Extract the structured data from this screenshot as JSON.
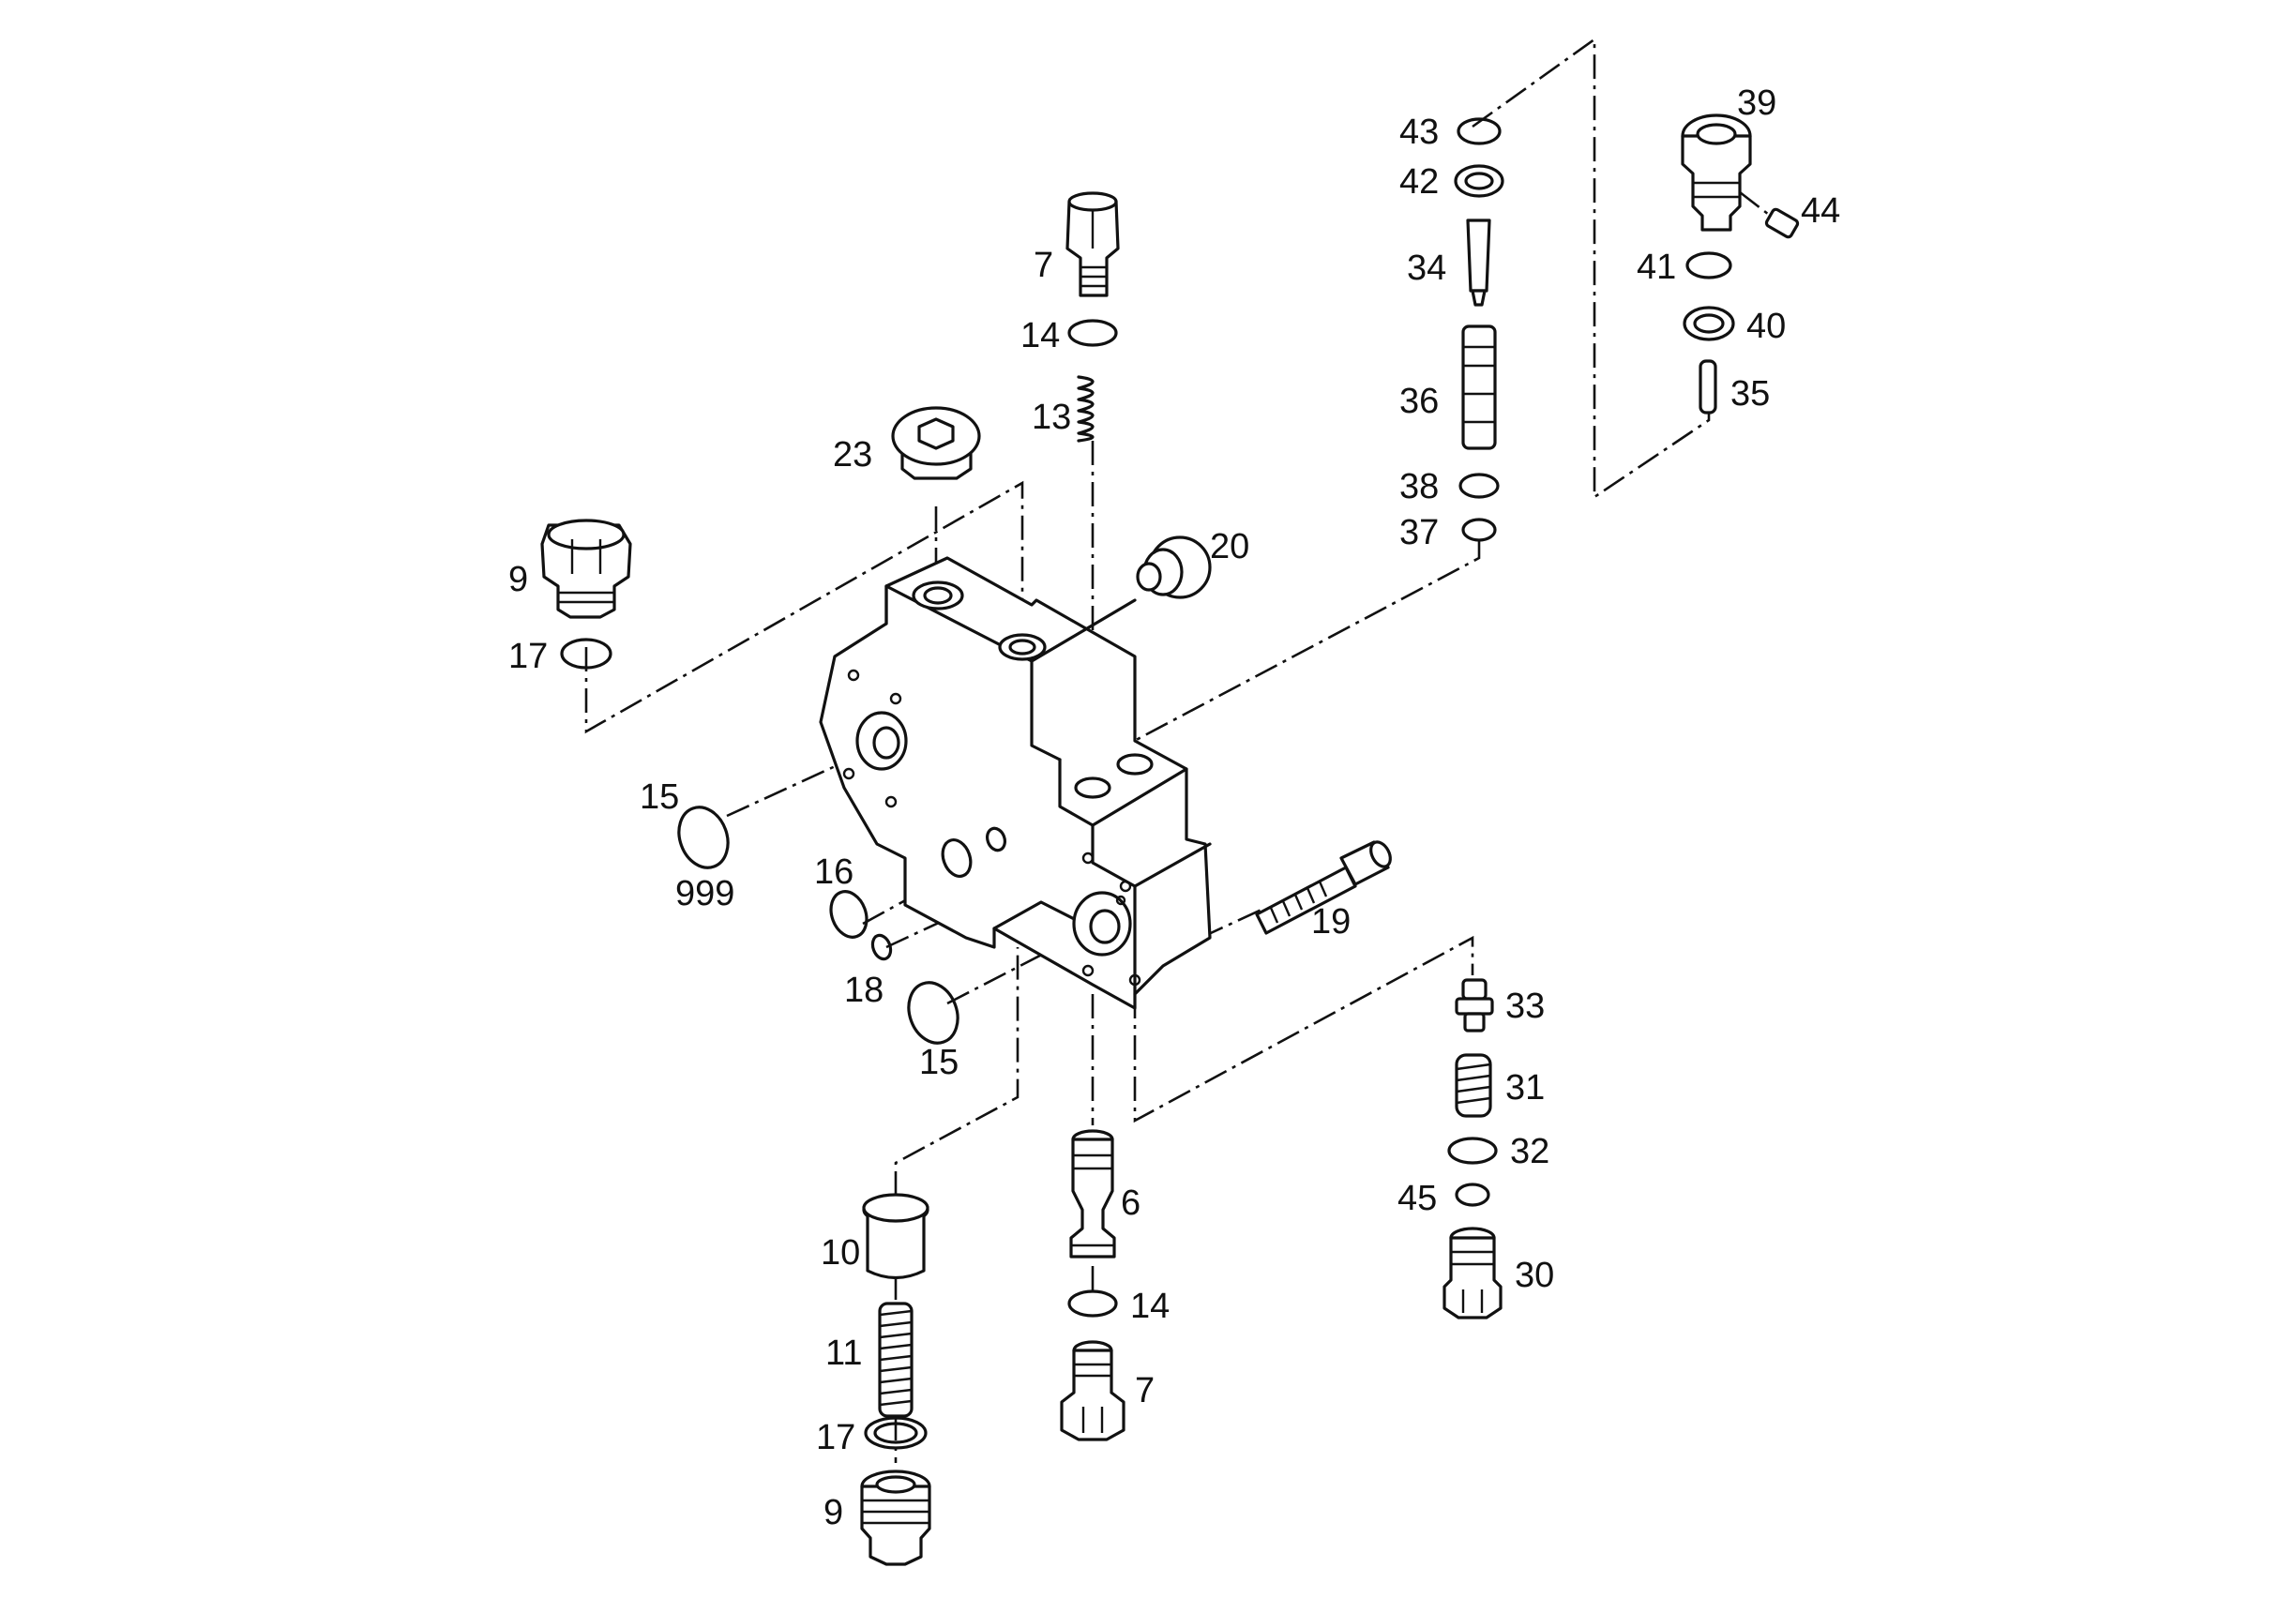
{
  "labels": {
    "p43": "43",
    "p42": "42",
    "p34": "34",
    "p36": "36",
    "p38": "38",
    "p37": "37",
    "p39": "39",
    "p44": "44",
    "p41": "41",
    "p40": "40",
    "p35": "35",
    "p7_top": "7",
    "p14_top": "14",
    "p13": "13",
    "p23": "23",
    "p20": "20",
    "p9_top": "9",
    "p17_top": "17",
    "p15_left": "15",
    "p999": "999",
    "p16": "16",
    "p18": "18",
    "p15_low": "15",
    "p19": "19",
    "p33": "33",
    "p31": "31",
    "p32": "32",
    "p45": "45",
    "p30": "30",
    "p6": "6",
    "p14_low": "14",
    "p7_low": "7",
    "p10": "10",
    "p11": "11",
    "p17_low": "17",
    "p9_low": "9"
  }
}
